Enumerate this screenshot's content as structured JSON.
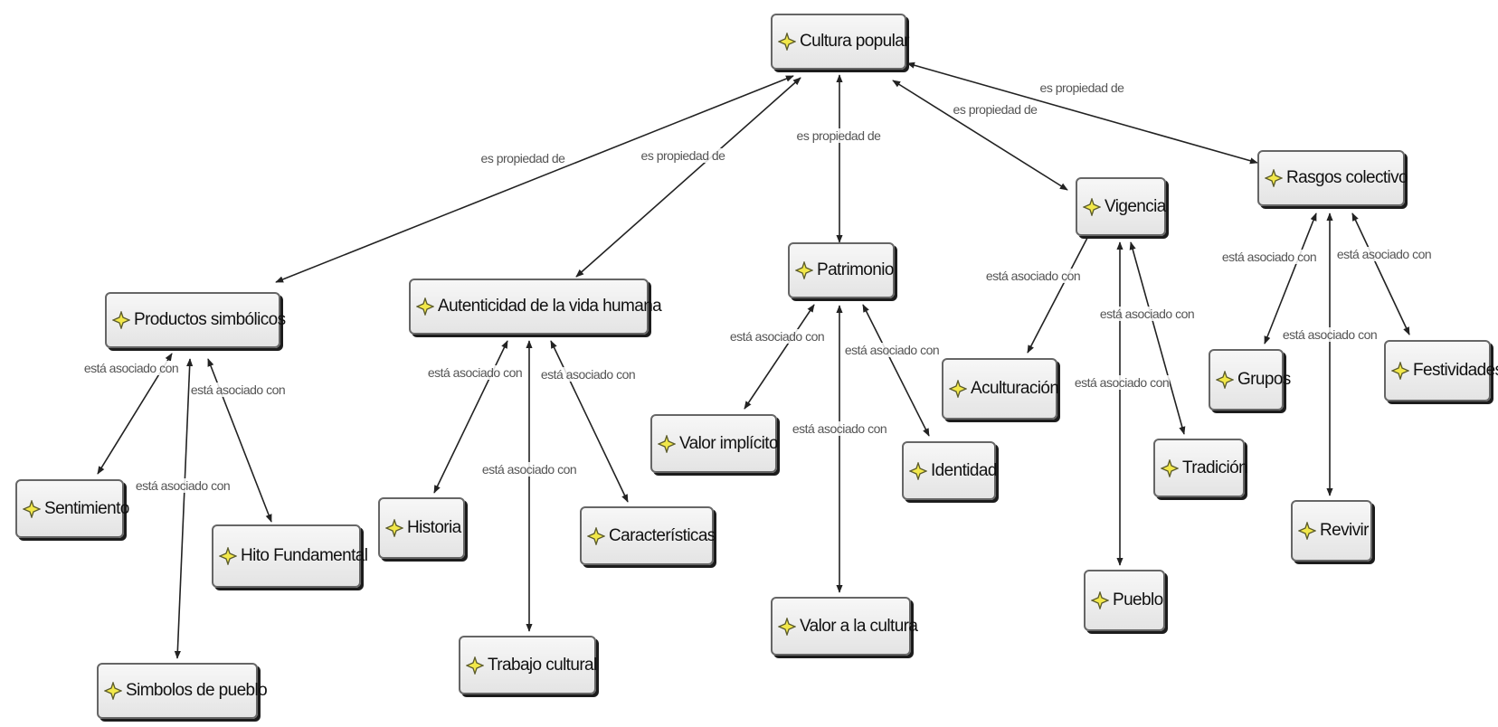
{
  "concept_map": {
    "link_labels": {
      "property": "es propiedad de",
      "associated": "está asociado con"
    },
    "nodes": {
      "cultura": "Cultura popular",
      "productos": "Productos simbólicos",
      "autenticidad": "Autenticidad de la vida humana",
      "patrimonio": "Patrimonio",
      "vigencia": "Vigencia",
      "rasgos": "Rasgos colectivo",
      "sentimiento": "Sentimiento",
      "hito": "Hito Fundamental",
      "simbolos": "Simbolos de pueblo",
      "historia": "Historia",
      "trabajo": "Trabajo cultural",
      "caracteristicas": "Características",
      "valor_implicito": "Valor implícito",
      "valor_cultura": "Valor a la cultura",
      "identidad": "Identidad",
      "aculturacion": "Aculturación",
      "pueblo": "Pueblo",
      "tradicion": "Tradición",
      "grupos": "Grupos",
      "revivir": "Revivir",
      "festividades": "Festividades"
    }
  },
  "colors": {
    "icon_fill": "#f2e84a",
    "icon_stroke": "#5a5a2a",
    "node_border": "#666666",
    "node_shadow": "#1c1c1c",
    "edge": "#222222",
    "label": "#555555"
  }
}
